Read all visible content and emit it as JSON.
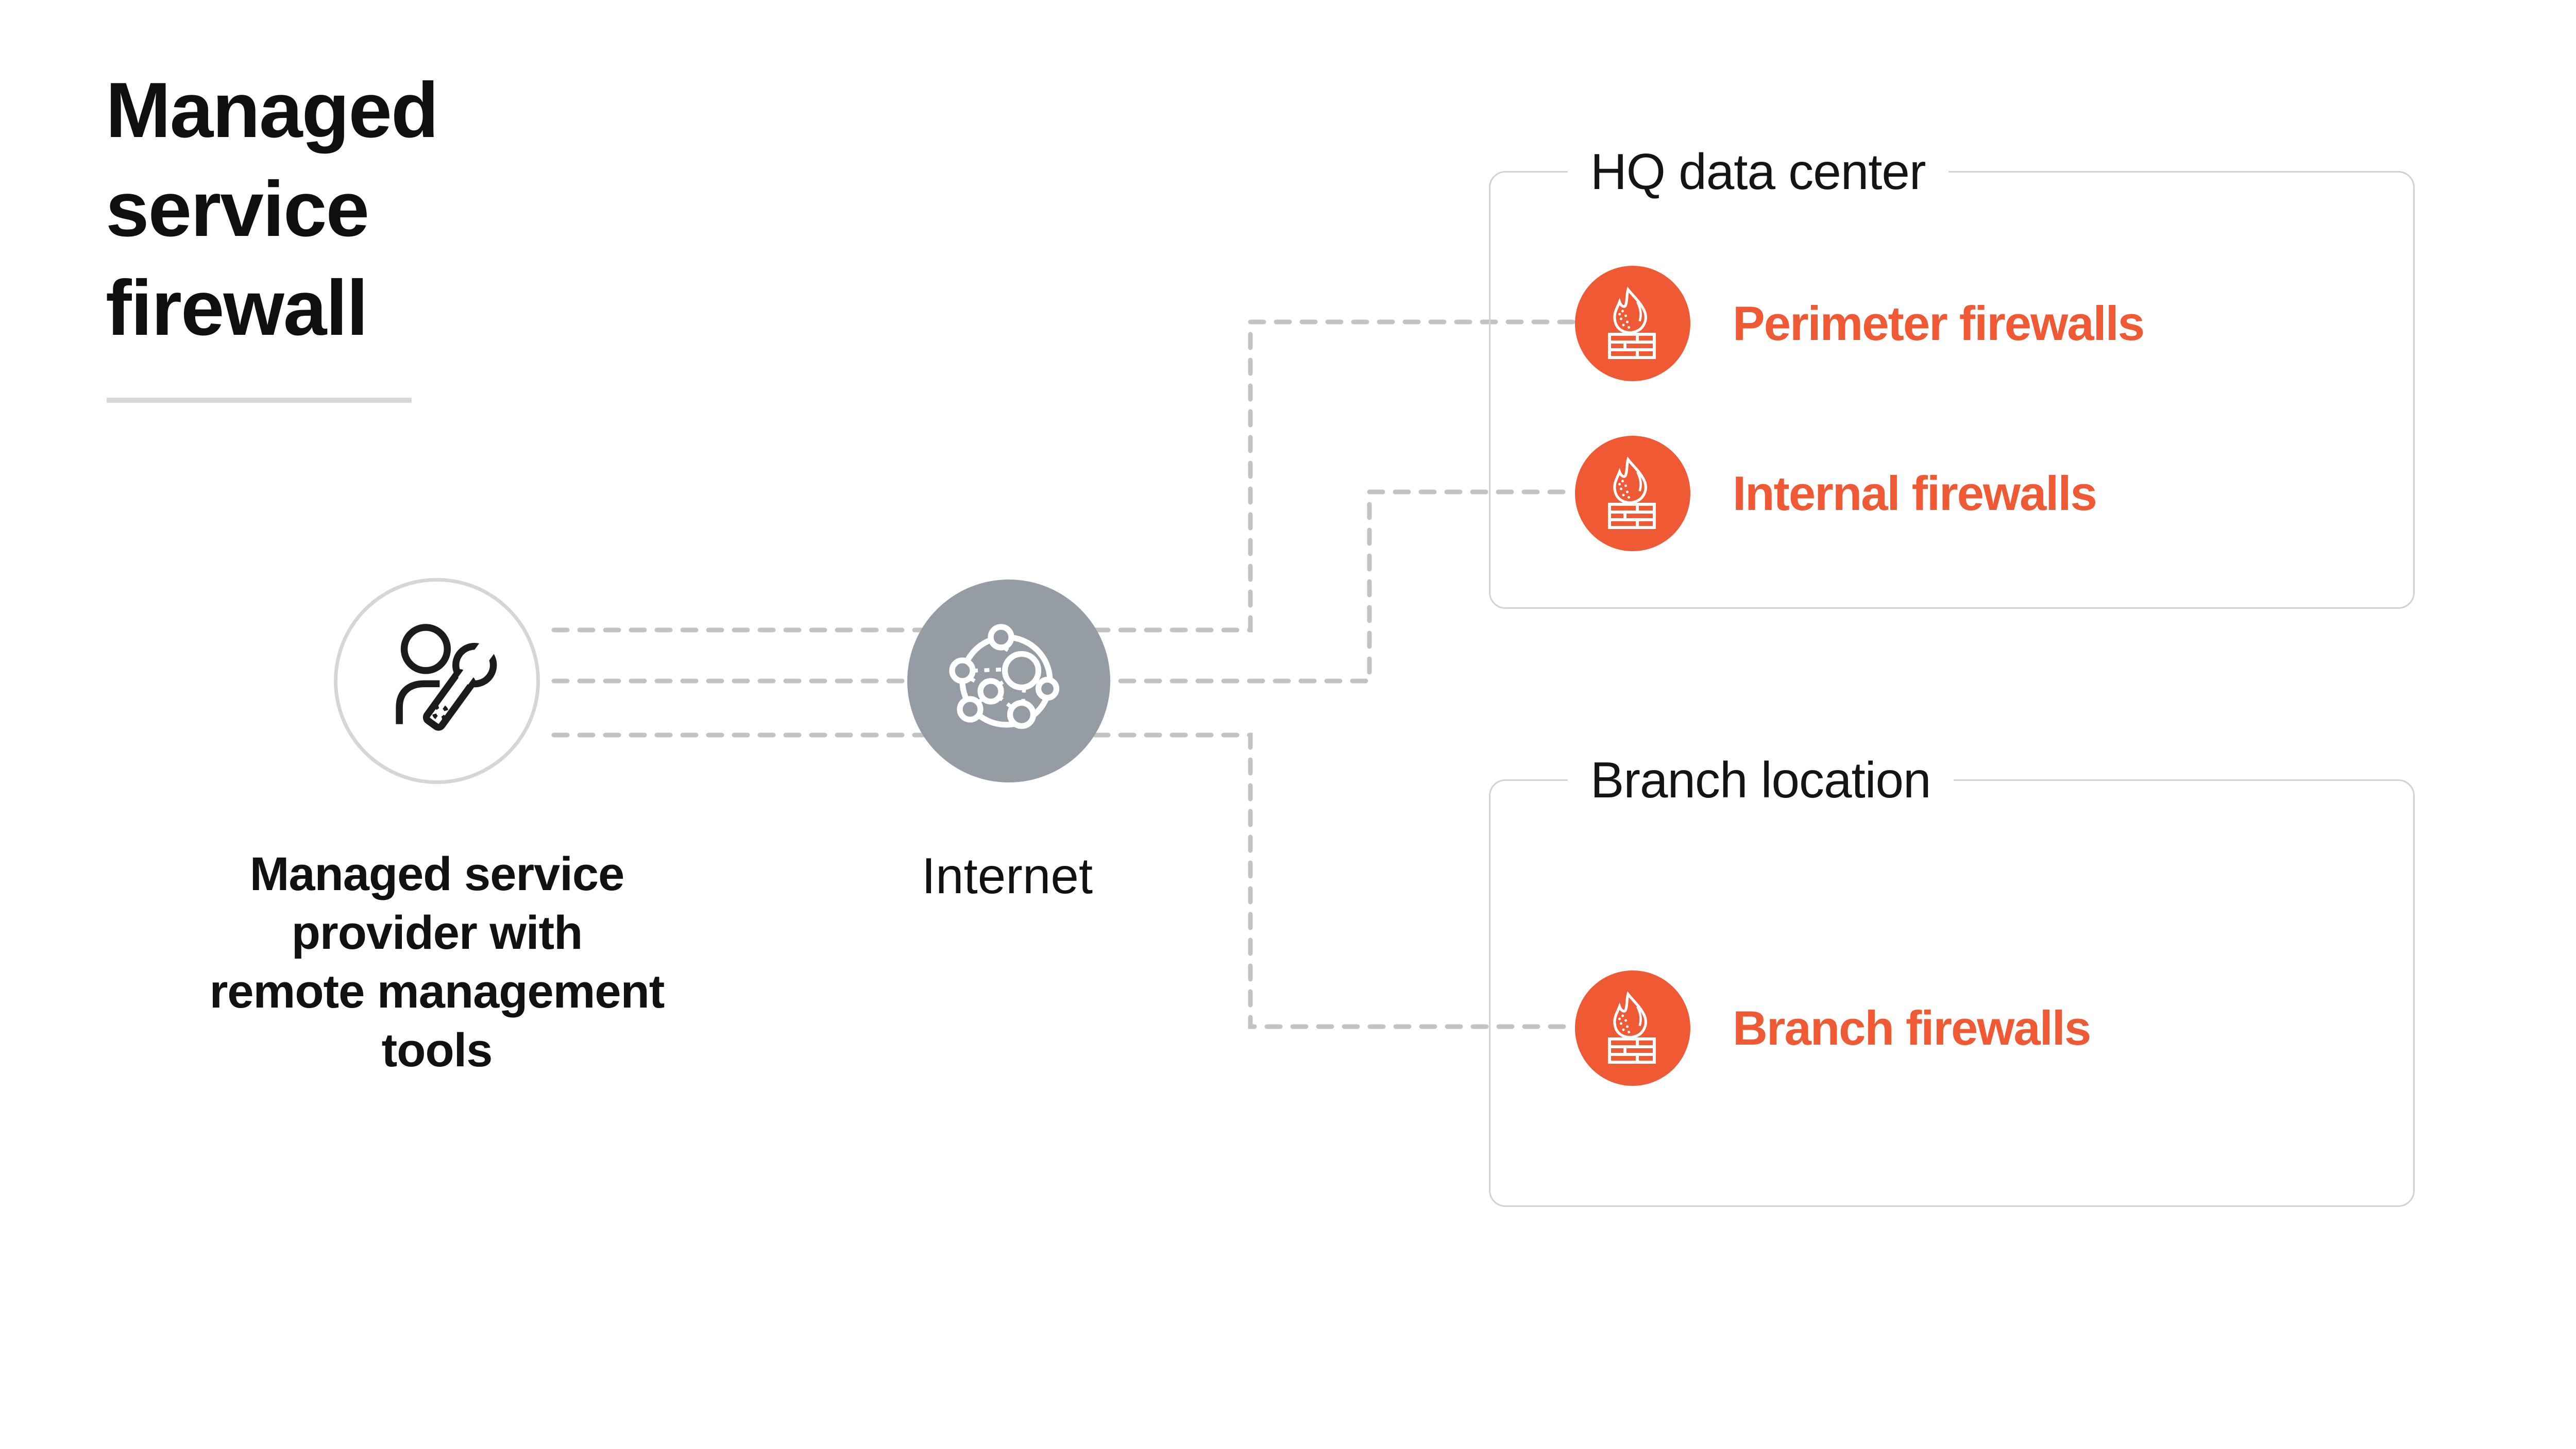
{
  "title": {
    "line1": "Managed",
    "line2": "service",
    "line3": "firewall"
  },
  "nodes": {
    "provider": {
      "icon": "technician-wrench-icon",
      "label_line1": "Managed service",
      "label_line2": "provider with",
      "label_line3": "remote management",
      "label_line4": "tools"
    },
    "internet": {
      "icon": "connected-network-icon",
      "label": "Internet"
    }
  },
  "groups": {
    "hq": {
      "label": "HQ data center",
      "rows": [
        {
          "icon": "firewall-flame-brick-icon",
          "label": "Perimeter firewalls"
        },
        {
          "icon": "firewall-flame-brick-icon",
          "label": "Internal firewalls"
        }
      ]
    },
    "branch": {
      "label": "Branch location",
      "rows": [
        {
          "icon": "firewall-flame-brick-icon",
          "label": "Branch firewalls"
        }
      ]
    }
  },
  "colors": {
    "accent_orange": "#ef5933",
    "internet_gray": "#959ca3",
    "connector_gray": "#c3c3c3",
    "box_border_gray": "#d2d2d2",
    "divider_gray": "#d8d8d8",
    "text_black": "#141414"
  }
}
